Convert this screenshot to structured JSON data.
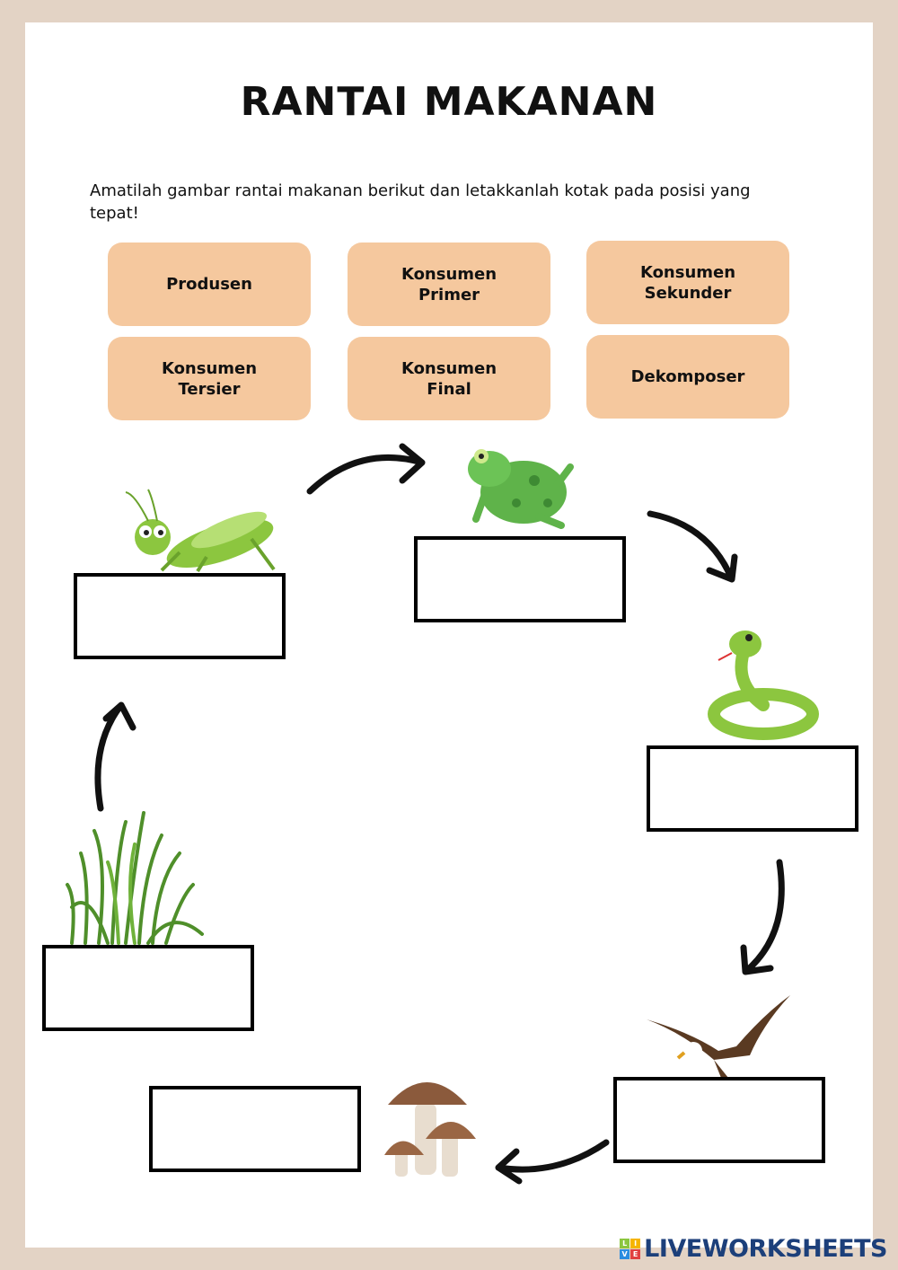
{
  "title": "RANTAI MAKANAN",
  "instruction": "Amatilah gambar rantai makanan berikut dan letakkanlah kotak  pada posisi yang tepat!",
  "cards": [
    {
      "label": "Produsen"
    },
    {
      "label": "Konsumen\nPrimer"
    },
    {
      "label": "Konsumen\nSekunder"
    },
    {
      "label": "Konsumen\nTersier"
    },
    {
      "label": "Konsumen\nFinal"
    },
    {
      "label": "Dekomposer"
    }
  ],
  "organisms": [
    "grass",
    "grasshopper",
    "frog",
    "snake",
    "eagle",
    "mushroom"
  ],
  "logo": {
    "tiles": [
      "L",
      "I",
      "V",
      "E"
    ],
    "text": "LIVEWORKSHEETS"
  },
  "colors": {
    "card": "#f5c89e",
    "border": "#e3d3c5",
    "logo": "#1c3f7a"
  }
}
